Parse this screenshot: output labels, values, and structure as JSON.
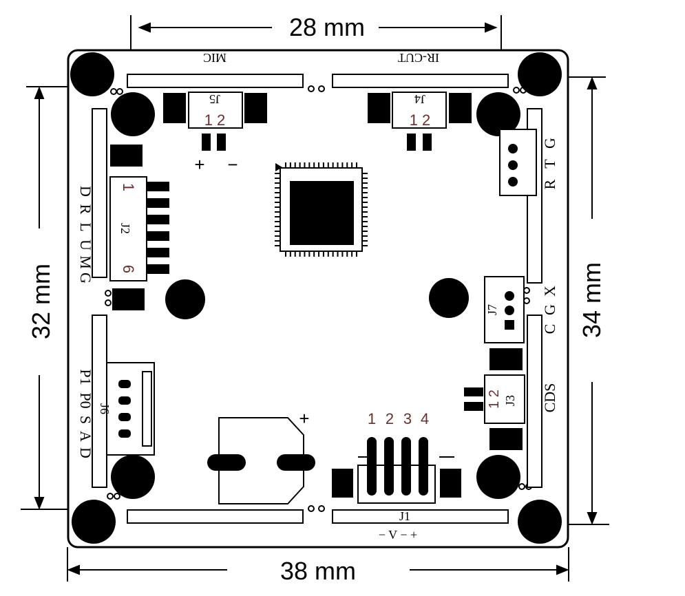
{
  "dimensions": {
    "top": "28 mm",
    "bottom": "38 mm",
    "left": "32 mm",
    "right": "34 mm"
  },
  "board_labels": {
    "mic": "MIC",
    "ir_cut": "IR-CUT",
    "j5": "J5",
    "j5_pins": "1 2",
    "j4": "J4",
    "j4_pins": "1 2",
    "plus": "+",
    "minus": "−",
    "left_top_col": [
      "D",
      "R",
      "L",
      "U",
      "M",
      "G"
    ],
    "j2": "J2",
    "j2_pin_first": "1",
    "j2_pin_last": "6",
    "right_rtg": [
      "R",
      "T",
      "G"
    ],
    "right_cgx": [
      "C",
      "G",
      "X"
    ],
    "j7": "J7",
    "cds": "CDS",
    "j3": "J3",
    "j3_pins": "1 2",
    "left_bottom_col": [
      "P1",
      "P0",
      "S",
      "A",
      "D"
    ],
    "j6": "J6",
    "cap_plus": "+",
    "j1_pins": [
      "1",
      "2",
      "3",
      "4"
    ],
    "j1": "J1",
    "bottom_power": "− V − +"
  }
}
